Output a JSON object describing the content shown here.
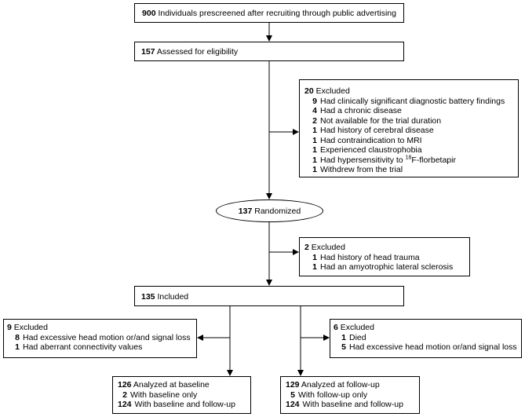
{
  "prescreened": {
    "n": "900",
    "text": "Individuals prescreened after recruiting through public advertising"
  },
  "assessed": {
    "n": "157",
    "text": "Assessed for eligibility"
  },
  "excluded1": {
    "n": "20",
    "text": "Excluded",
    "items": [
      {
        "n": "9",
        "text": "Had clinically significant diagnostic battery findings"
      },
      {
        "n": "4",
        "text": "Had a chronic disease"
      },
      {
        "n": "2",
        "text": "Not available for the trial duration"
      },
      {
        "n": "1",
        "text": "Had history of cerebral disease"
      },
      {
        "n": "1",
        "text": "Had contraindication to MRI"
      },
      {
        "n": "1",
        "text": "Experienced claustrophobia"
      },
      {
        "n": "1",
        "text_pre": "Had hypersensitivity to ",
        "sup": "18",
        "text_post": "F-florbetapir"
      },
      {
        "n": "1",
        "text": "Withdrew from the trial"
      }
    ]
  },
  "randomized": {
    "n": "137",
    "text": "Randomized"
  },
  "excluded2": {
    "n": "2",
    "text": "Excluded",
    "items": [
      {
        "n": "1",
        "text": "Had history of head trauma"
      },
      {
        "n": "1",
        "text": "Had an amyotrophic lateral sclerosis"
      }
    ]
  },
  "included": {
    "n": "135",
    "text": "Included"
  },
  "excluded_left": {
    "n": "9",
    "text": "Excluded",
    "items": [
      {
        "n": "8",
        "text": "Had excessive head motion or/and signal loss"
      },
      {
        "n": "1",
        "text": "Had aberrant connectivity values"
      }
    ]
  },
  "excluded_right": {
    "n": "6",
    "text": "Excluded",
    "items": [
      {
        "n": "1",
        "text": "Died"
      },
      {
        "n": "5",
        "text": "Had excessive head motion or/and signal loss"
      }
    ]
  },
  "baseline": {
    "n": "126",
    "text": "Analyzed at baseline",
    "items": [
      {
        "n": "2",
        "text": "With baseline only"
      },
      {
        "n": "124",
        "text": "With baseline and follow-up"
      }
    ]
  },
  "followup": {
    "n": "129",
    "text": "Analyzed at follow-up",
    "items": [
      {
        "n": "5",
        "text": "With follow-up only"
      },
      {
        "n": "124",
        "text": "With baseline and follow-up"
      }
    ]
  }
}
